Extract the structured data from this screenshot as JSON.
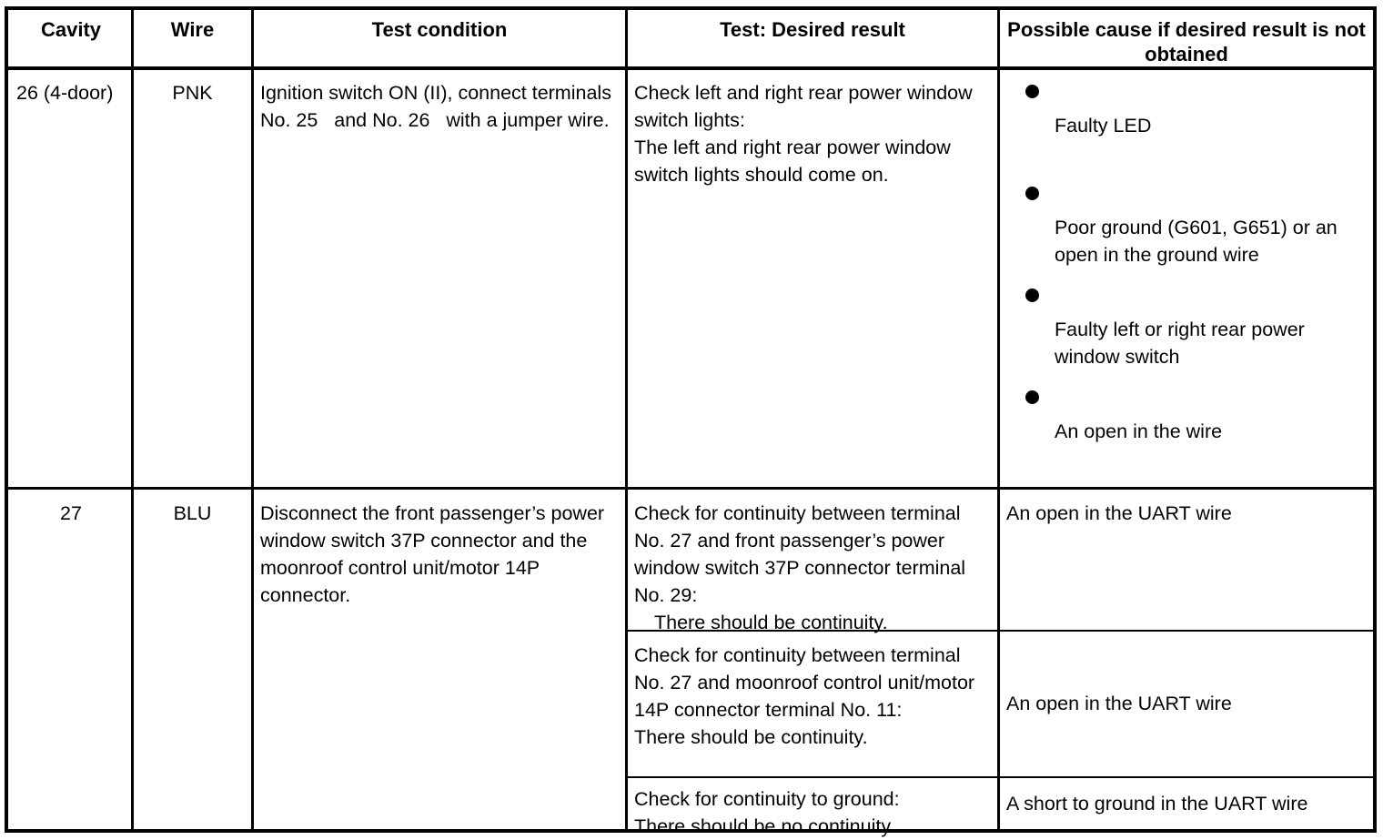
{
  "table": {
    "headers": {
      "cavity": "Cavity",
      "wire": "Wire",
      "test_condition": "Test condition",
      "desired_result": "Test: Desired result",
      "possible_cause": "Possible cause if desired result is not obtained"
    },
    "rows": [
      {
        "cavity": "26 (4-door)",
        "wire": "PNK",
        "test_condition": "Ignition switch ON (II), connect terminals No. 25   and No. 26   with a jumper wire.",
        "desired_result": "Check left and right rear power window switch lights:\nThe left and right rear power window switch lights should come on.",
        "possible_causes": [
          "Faulty LED",
          "Poor ground (G601, G651) or an open in the ground wire",
          "Faulty left or right rear power window switch",
          "An open in the wire"
        ]
      },
      {
        "cavity": "27",
        "wire": "BLU",
        "test_condition": "Disconnect the front passenger’s power window switch 37P connector and the moonroof control unit/motor 14P connector.",
        "subrows": [
          {
            "desired_result_main": "Check for continuity between terminal No. 27 and front passenger’s power window switch 37P connector terminal No. 29:",
            "desired_result_verdict": "There should be continuity.",
            "verdict_indented": true,
            "possible_cause": "An open in the UART wire"
          },
          {
            "desired_result_main": "Check for continuity between terminal No. 27 and moonroof control unit/motor 14P connector terminal No. 11:",
            "desired_result_verdict": "There should be continuity.",
            "verdict_indented": false,
            "possible_cause": "An open in the UART wire"
          },
          {
            "desired_result_main": "Check for continuity to ground:",
            "desired_result_verdict": "There should be no continuity.",
            "verdict_indented": false,
            "possible_cause": "A short to ground in the UART wire"
          }
        ]
      }
    ]
  },
  "style": {
    "border_color": "#000000",
    "text_color": "#000000",
    "background": "#ffffff"
  }
}
